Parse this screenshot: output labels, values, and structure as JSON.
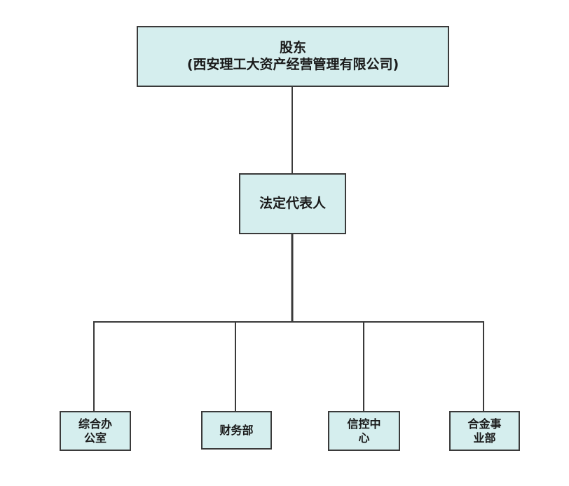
{
  "chart": {
    "shareholder": {
      "line1": "股东",
      "line2": "(西安理工大资产经营管理有限公司)"
    },
    "legal_rep": "法定代表人",
    "departments": [
      {
        "line1": "综合办",
        "line2": "公室"
      },
      {
        "line1": "财务部",
        "line2": ""
      },
      {
        "line1": "信控中",
        "line2": "心"
      },
      {
        "line1": "合金事",
        "line2": "业部"
      }
    ]
  },
  "colors": {
    "box_fill": "#d5eeee",
    "box_border": "#3a3a3a",
    "connector": "#3a3a3a"
  }
}
